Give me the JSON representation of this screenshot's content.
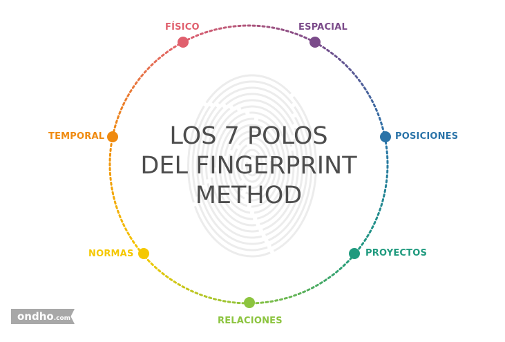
{
  "title_lines": [
    "LOS 7 POLOS",
    "DEL FINGERPRINT",
    "METHOD"
  ],
  "poles": [
    {
      "label": "FÍSICO",
      "color": "#e0606e"
    },
    {
      "label": "ESPACIAL",
      "color": "#7b4b8a"
    },
    {
      "label": "POSICIONES",
      "color": "#2a73a8"
    },
    {
      "label": "PROYECTOS",
      "color": "#1f9a7e"
    },
    {
      "label": "RELACIONES",
      "color": "#8cc43f"
    },
    {
      "label": "NORMAS",
      "color": "#f5c800"
    },
    {
      "label": "TEMPORAL",
      "color": "#ef8a0f"
    }
  ],
  "logo": {
    "name": "ondho",
    "suffix": ".com"
  }
}
